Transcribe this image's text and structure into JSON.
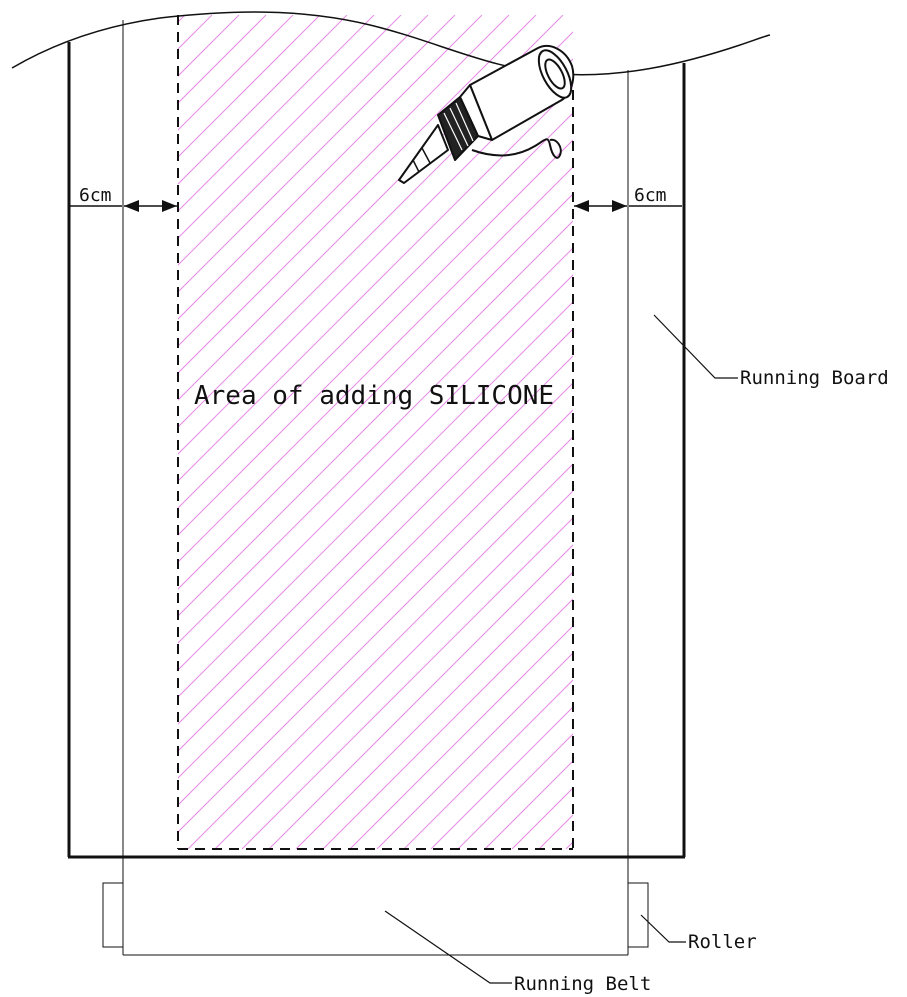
{
  "labels": {
    "area": "Area of adding SILICONE",
    "running_board": "Running Board",
    "roller": "Roller",
    "running_belt": "Running Belt",
    "dimension_left": "6cm",
    "dimension_right": "6cm"
  },
  "colors": {
    "line": "#111111",
    "hatch": "#e88ae8",
    "background": "#ffffff"
  },
  "icons": {
    "applicator": "silicone-oil-bottle-icon"
  }
}
